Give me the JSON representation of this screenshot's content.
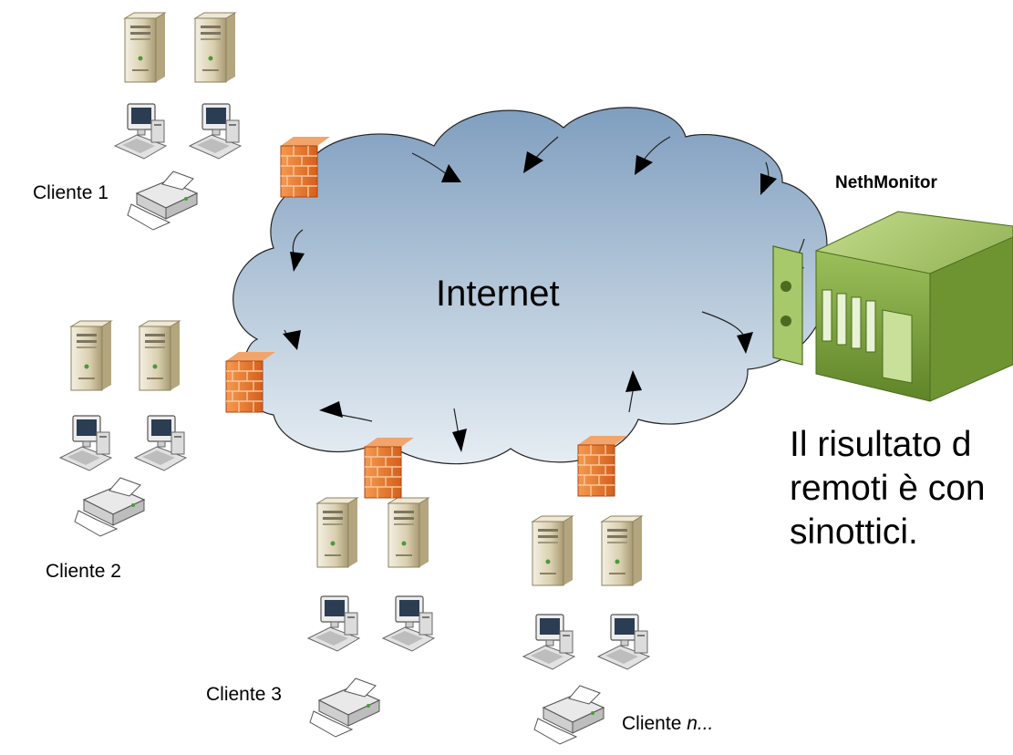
{
  "cloud": {
    "label": "Internet"
  },
  "monitor": {
    "label": "NethMonitor"
  },
  "caption": {
    "lines": [
      "Il risultato d",
      "remoti è con",
      "sinottici."
    ]
  },
  "clients": [
    {
      "label": "Cliente 1"
    },
    {
      "label": "Cliente 2"
    },
    {
      "label": "Cliente 3"
    },
    {
      "label_prefix": "Cliente ",
      "label_italic": "n..."
    }
  ],
  "colors": {
    "cloud_fill_top": "#8ba6c4",
    "cloud_fill_bottom": "#dde7ef",
    "firewall": "#e8742a",
    "server_case": "#d8ceb0",
    "monitor_device": "#8ab04a"
  },
  "icons": [
    "server-icon",
    "workstation-icon",
    "printer-icon",
    "firewall-icon",
    "network-device-icon",
    "arrow-icon"
  ]
}
